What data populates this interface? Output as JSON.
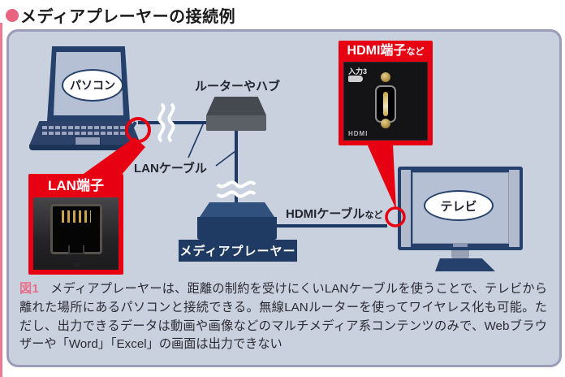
{
  "page": {
    "title": "メディアプレーヤーの接続例"
  },
  "diagram": {
    "pc_label": "パソコン",
    "router_label": "ルーターやハブ",
    "lan_cable_label": "LANケーブル",
    "media_player_label": "メディアプレーヤー",
    "hdmi_cable_label": "HDMIケーブル",
    "hdmi_cable_suffix": "など",
    "tv_label": "テレビ",
    "lan_callout": {
      "title": "LAN端子"
    },
    "hdmi_callout": {
      "title": "HDMI端子",
      "title_suffix": "など",
      "photo_input_label": "入力3",
      "photo_port_label": "HDMI"
    },
    "colors": {
      "accent_red": "#e60012",
      "navy": "#1f3b64",
      "cable": "#1d3a66",
      "panel_bg": "#c9d1de",
      "pink": "#e8647e"
    }
  },
  "caption": {
    "fig_label": "図1",
    "text": "メディアプレーヤーは、距離の制約を受けにくいLANケーブルを使うことで、テレビから離れた場所にあるパソコンと接続できる。無線LANルーターを使ってワイヤレス化も可能。ただし、出力できるデータは動画や画像などのマルチメディア系コンテンツのみで、Webブラウザーや「Word」「Excel」の画面は出力できない"
  }
}
